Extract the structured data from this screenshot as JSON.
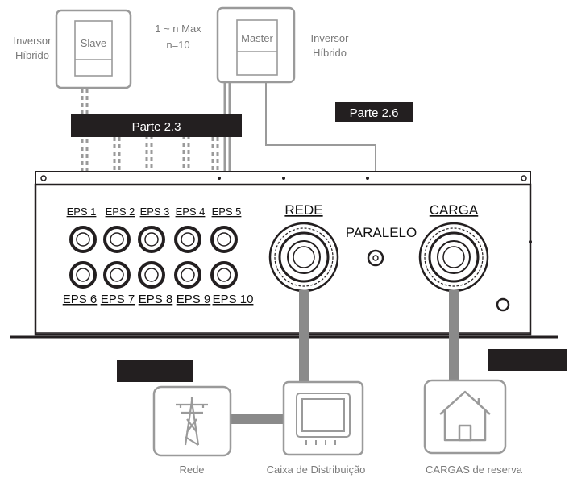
{
  "inverters": {
    "slave": {
      "box_label": "Slave",
      "side_label_line1": "Inversor",
      "side_label_line2": "Híbrido"
    },
    "master": {
      "box_label": "Master",
      "side_label_line1": "Inversor",
      "side_label_line2": "Híbrido"
    },
    "count_line1": "1 ~ n Max",
    "count_line2": "n=10"
  },
  "tags": {
    "part_23": "Parte 2.3",
    "part_26": "Parte 2.6"
  },
  "panel": {
    "eps_top": [
      "EPS 1",
      "EPS 2",
      "EPS 3",
      "EPS 4",
      "EPS 5"
    ],
    "eps_bottom": [
      "EPS 6",
      "EPS 7",
      "EPS 8",
      "EPS 9",
      "EPS 10"
    ],
    "grid_port": "REDE",
    "load_port": "CARGA",
    "parallel_port": "PARALELO"
  },
  "devices": {
    "grid": {
      "label": "Rede",
      "icon": "power-tower-icon"
    },
    "distribution": {
      "label": "Caixa de Distribuição",
      "icon": "distribution-box-icon"
    },
    "loads": {
      "label": "CARGAS de reserva",
      "icon": "house-icon"
    }
  },
  "colors": {
    "line_gray": "#8a8a8a",
    "box_gray": "#9a9a9a",
    "dark_bar": "#231f20",
    "text_gray": "#7a7a7a"
  }
}
